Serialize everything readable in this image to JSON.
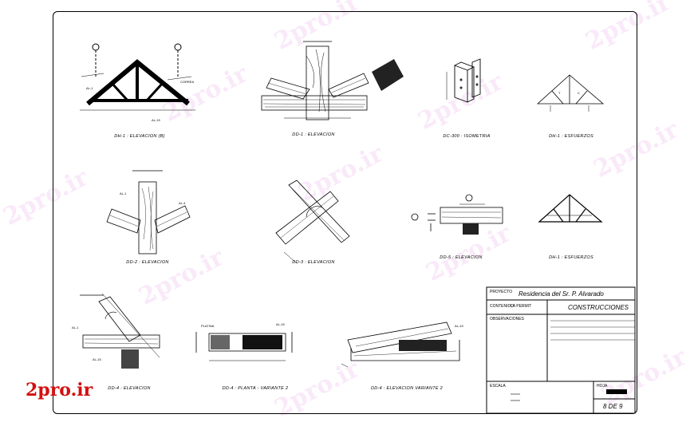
{
  "watermark": {
    "text": "2pro.ir",
    "logo_text": "2pro.ir"
  },
  "drawings": [
    {
      "caption": "DH-1 : ELEVACION (B)"
    },
    {
      "caption": "DD-1 : ELEVACION"
    },
    {
      "caption": "DC-300 : ISOMETRIA"
    },
    {
      "caption": "DH-1 : ESFUERZOS"
    },
    {
      "caption": "DD-2 : ELEVACION"
    },
    {
      "caption": "DD-3 : ELEVACION"
    },
    {
      "caption": "DD-5 : ELEVACION"
    },
    {
      "caption": "DH-1 : ESFUERZOS"
    },
    {
      "caption": "DD-4 : ELEVACION"
    },
    {
      "caption": "DD-4 : PLANTA - VARIANTE 2"
    },
    {
      "caption": "DD-4 : ELEVACION VARIANTE 2"
    }
  ],
  "title_block": {
    "project_label": "PROYECTO",
    "project_name": "Residencia del Sr. P. Alvarado",
    "sheet_label": "CONTENIDO",
    "sheet_sub": "LA PERMIT",
    "sheet_title": "CONSTRUCCIONES",
    "notes_label": "OBSERVACIONES",
    "scale_label": "ESCALA",
    "sheet_number_label": "HOJA",
    "sheet_number": "8 DE 9"
  }
}
